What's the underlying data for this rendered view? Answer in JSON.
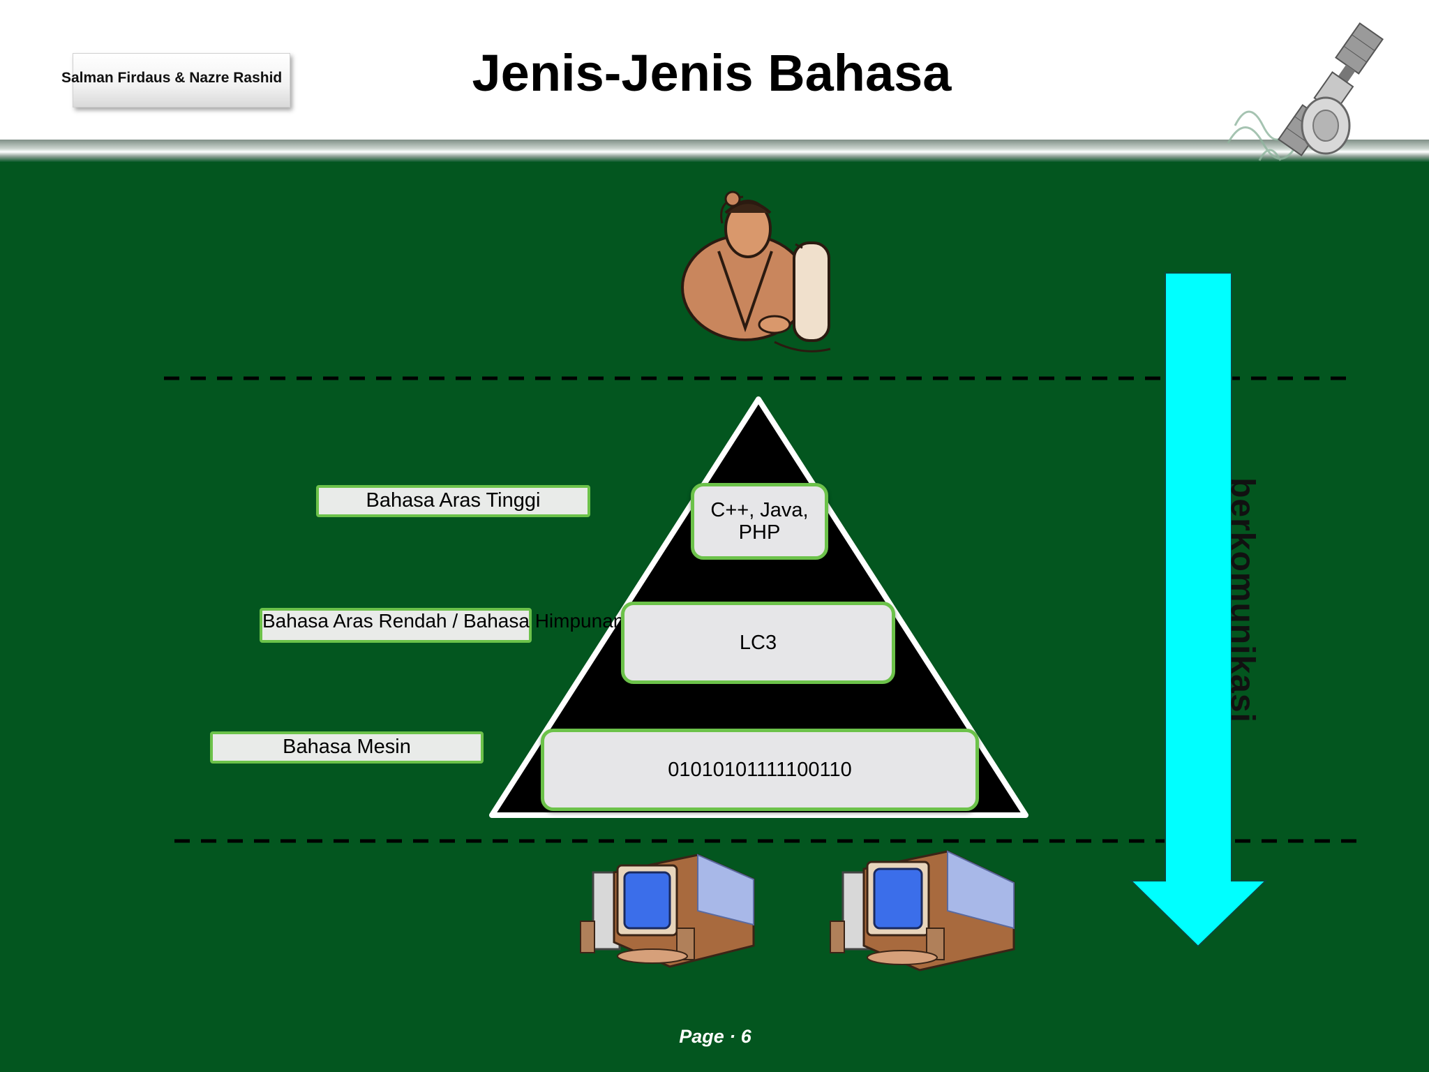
{
  "header": {
    "author": "Salman Firdaus & Nazre Rashid",
    "title": "Jenis-Jenis Bahasa"
  },
  "levels": [
    {
      "label": "Bahasa Aras Tinggi",
      "example": "C++, Java, PHP"
    },
    {
      "label": "Bahasa Aras Rendah / Bahasa Himpunan",
      "example": "LC3"
    },
    {
      "label": "Bahasa Mesin",
      "example": "01010101111100110"
    }
  ],
  "arrow": {
    "label": "berkomunikasi",
    "color": "#00ffff"
  },
  "footer": {
    "page": "Page  · 6"
  },
  "icons": [
    "satellite-icon",
    "person-at-computer-icon",
    "desktop-computer-icon"
  ],
  "colors": {
    "background": "#03561f",
    "box_border": "#6cc24a",
    "pyramid": "#000000"
  }
}
